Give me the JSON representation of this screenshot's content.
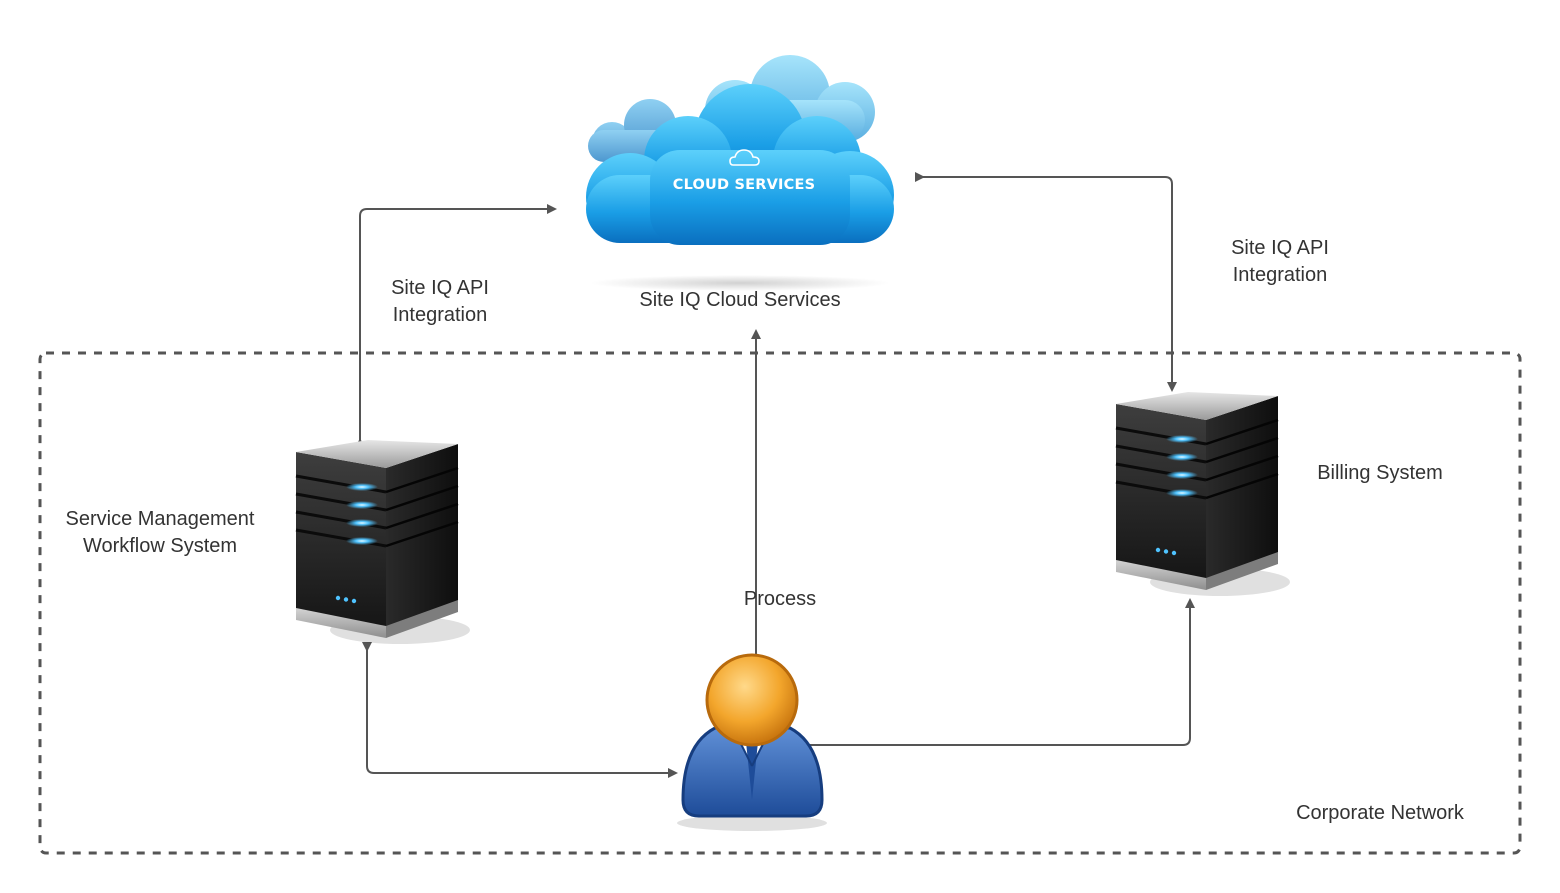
{
  "cloud": {
    "badge_text": "CLOUD SERVICES",
    "caption": "Site IQ Cloud Services"
  },
  "api_left": {
    "line1": "Site IQ API",
    "line2": "Integration"
  },
  "api_right": {
    "line1": "Site IQ API",
    "line2": "Integration"
  },
  "smw": {
    "line1": "Service Management",
    "line2": "Workflow System"
  },
  "billing": {
    "label": "Billing System"
  },
  "process": {
    "label": "Process"
  },
  "network": {
    "label": "Corporate Network",
    "border_style": "dashed"
  },
  "colors": {
    "connector": "#555555",
    "network_border": "#555555",
    "text": "#333333",
    "cloud_blue": "#0f8fd8",
    "server_body": "#2b2b2b",
    "server_led": "#4fc3ff",
    "person_head": "#f0a028",
    "person_body": "#2f64b0"
  },
  "icons": {
    "cloud": "cloud-icon",
    "server": "server-icon",
    "person": "user-icon"
  }
}
